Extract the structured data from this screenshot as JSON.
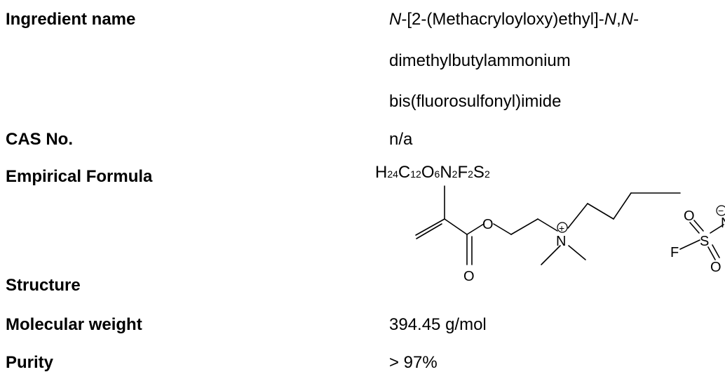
{
  "rows": {
    "ingredient_name": {
      "label": "Ingredient name",
      "line1_a": "N",
      "line1_b": "-[2-(Methacryloyloxy)ethyl]-",
      "line1_c": "N",
      "line1_d": ",",
      "line1_e": "N",
      "line1_f": "-",
      "line2": "dimethylbutylammonium",
      "line3": "bis(fluorosulfonyl)imide"
    },
    "cas": {
      "label": "CAS No.",
      "value": "n/a"
    },
    "formula": {
      "label": "Empirical Formula",
      "parts": [
        "H",
        "24",
        "C",
        "12",
        "O",
        "6",
        "N",
        "2",
        "F",
        "2",
        "S",
        "2"
      ]
    },
    "structure": {
      "label": "Structure",
      "atoms": {
        "o_ester": "O",
        "o_carbonyl": "O",
        "n_plus": "N",
        "plus": "+",
        "o_sulfonyl_top": "O",
        "o_sulfonyl_bottom": "O",
        "s": "S",
        "f": "F",
        "n_minus": "N",
        "minus": "−"
      }
    },
    "molecular_weight": {
      "label": "Molecular weight",
      "value": "394.45 g/mol"
    },
    "purity": {
      "label": "Purity",
      "value": "> 97%"
    }
  }
}
